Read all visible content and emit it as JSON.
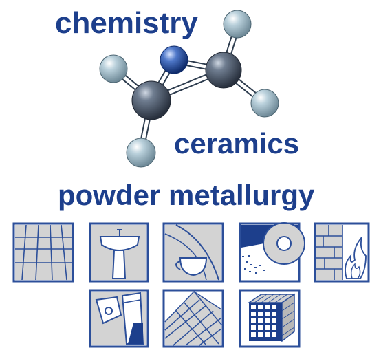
{
  "headings": {
    "chemistry": "chemistry",
    "ceramics": "ceramics",
    "powder_metallurgy": "powder metallurgy"
  },
  "colors": {
    "brand_blue": "#1d3f8c",
    "icon_border": "#2c4f9a",
    "icon_fill": "#c9c9c9",
    "atom_light": "#a7c0cc",
    "atom_dark": "#4b5a6d",
    "atom_accent": "#244fa6",
    "bond": "#ffffff"
  },
  "icons": {
    "row1": [
      "floor-tiles-icon",
      "washbasin-icon",
      "cup-and-plate-icon",
      "grinding-wheel-icon",
      "firebrick-wall-icon"
    ],
    "row2": [
      "cutting-insert-icon",
      "roof-tiles-icon",
      "honeycomb-block-icon"
    ]
  }
}
